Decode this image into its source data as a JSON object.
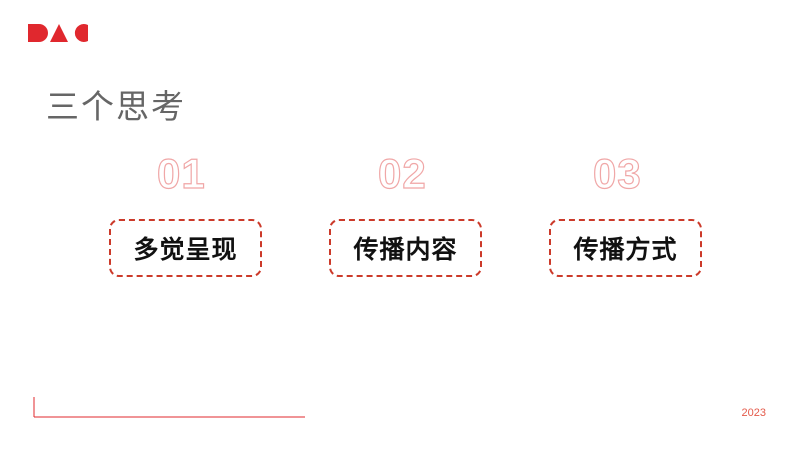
{
  "colors": {
    "accent": "#e0282e",
    "card_border": "#cc3a2a",
    "number_outline": "#f0a7a7",
    "title": "#666666"
  },
  "logo": {
    "icon": "dac-logo"
  },
  "title": "三个思考",
  "items": [
    {
      "number": "01",
      "label": "多觉呈现"
    },
    {
      "number": "02",
      "label": "传播内容"
    },
    {
      "number": "03",
      "label": "传播方式"
    }
  ],
  "footer": {
    "year": "2023"
  }
}
